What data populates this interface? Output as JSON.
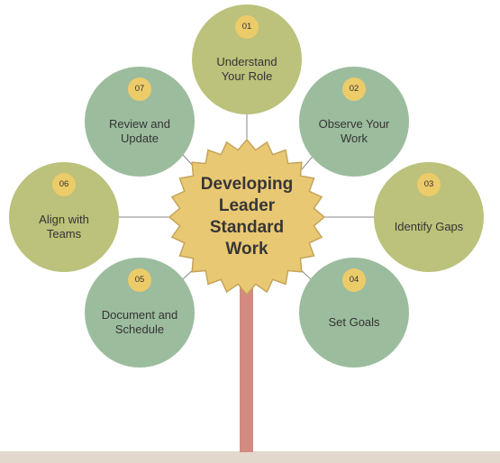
{
  "center": {
    "title": "Developing\nLeader\nStandard\nWork"
  },
  "nodes": [
    {
      "number": "01",
      "label": "Understand\nYour Role"
    },
    {
      "number": "02",
      "label": "Observe Your\nWork"
    },
    {
      "number": "03",
      "label": "Identify Gaps"
    },
    {
      "number": "04",
      "label": "Set Goals"
    },
    {
      "number": "05",
      "label": "Document and\nSchedule"
    },
    {
      "number": "06",
      "label": "Align with\nTeams"
    },
    {
      "number": "07",
      "label": "Review and\nUpdate"
    }
  ],
  "colors": {
    "olive": "#bcc17b",
    "sage": "#9cbc9e",
    "badge": "#eccb69",
    "center": "#e9c873",
    "trunk": "#d38a80",
    "ground": "#e2d8cc",
    "connector": "#8a8a8a"
  }
}
